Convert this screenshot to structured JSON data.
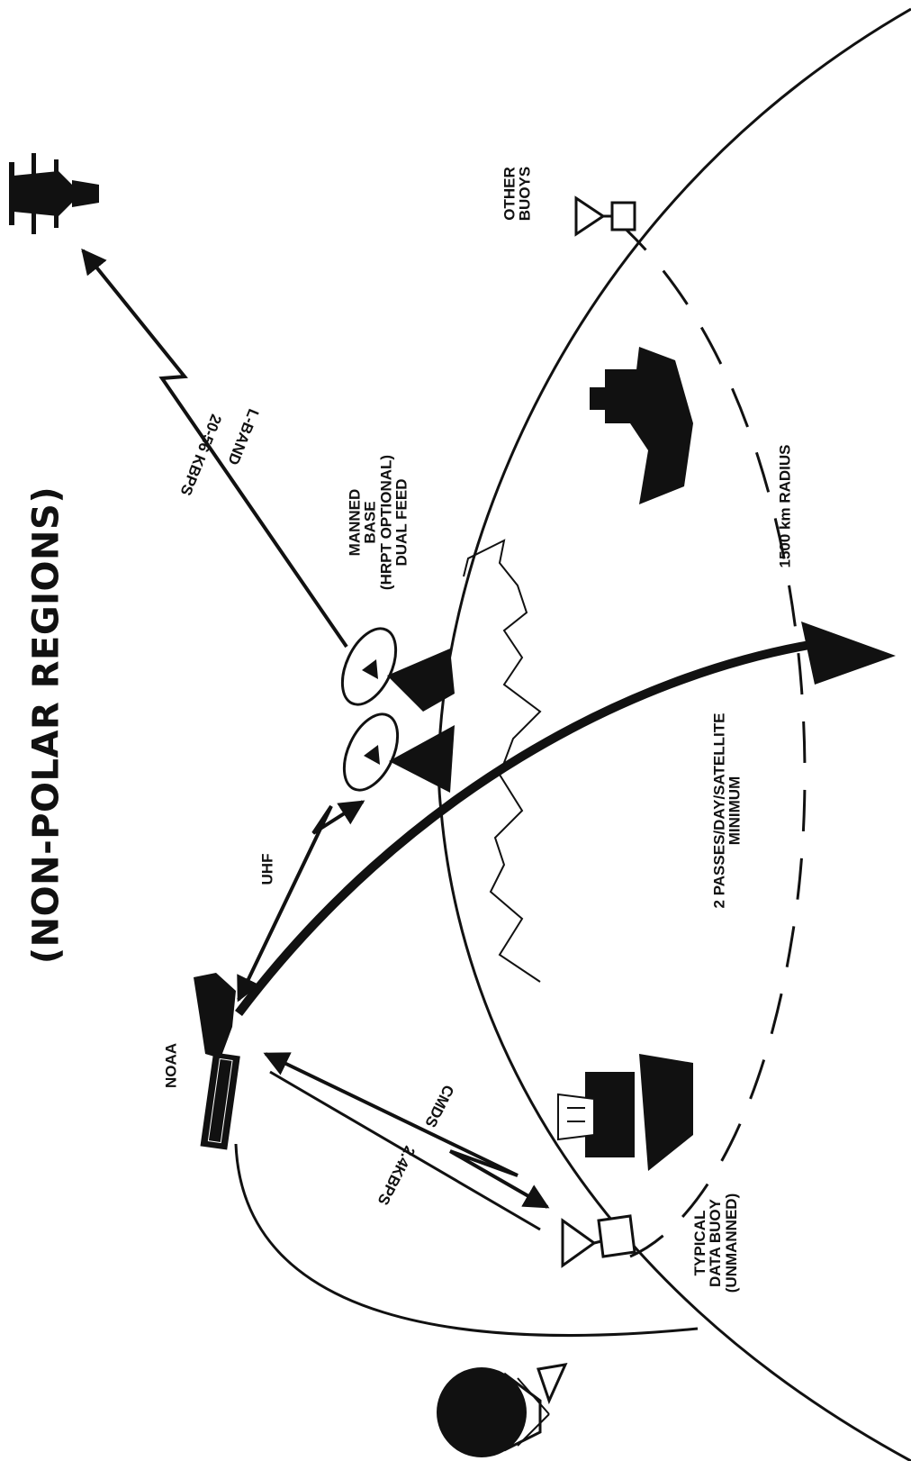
{
  "title": "(NON-POLAR REGIONS)",
  "labels": {
    "noaa": "NOAA",
    "uhf": "UHF",
    "l_band": "L-BAND",
    "kbps_20_56": "20-56 KBPS",
    "manned_base": "MANNED\nBASE\n(HRPT OPTIONAL)\nDUAL FEED",
    "other_buoys": "OTHER\nBUOYS",
    "radius": "1500 km RADIUS",
    "passes": "2 PASSES/DAY/SATELLITE\nMINIMUM",
    "cmds": "CMDS",
    "kbps_2_4": "2.4KBPS",
    "typical_buoy": "TYPICAL\nDATA BUOY\n(UNMANNED)"
  },
  "icons": [
    "noaa-satellite-icon",
    "ground-station-dish-icon",
    "aircraft-icon",
    "balloon-icon",
    "data-buoy-icon",
    "ship-icon",
    "vessel-icon",
    "coastline-map-icon"
  ],
  "colors": {
    "ink": "#111111",
    "background": "#ffffff"
  }
}
